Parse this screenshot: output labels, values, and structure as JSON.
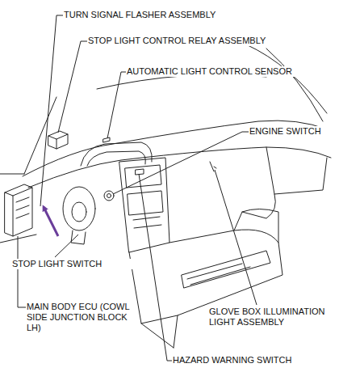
{
  "diagram": {
    "labels": [
      "TURN SIGNAL FLASHER ASSEMBLY",
      "STOP LIGHT CONTROL RELAY ASSEMBLY",
      "AUTOMATIC LIGHT CONTROL SENSOR",
      "ENGINE SWITCH",
      "STOP LIGHT SWITCH",
      "MAIN BODY ECU (COWL SIDE JUNCTION BLOCK LH)",
      "GLOVE BOX ILLUMINATION LIGHT ASSEMBLY",
      "HAZARD WARNING SWITCH"
    ]
  }
}
